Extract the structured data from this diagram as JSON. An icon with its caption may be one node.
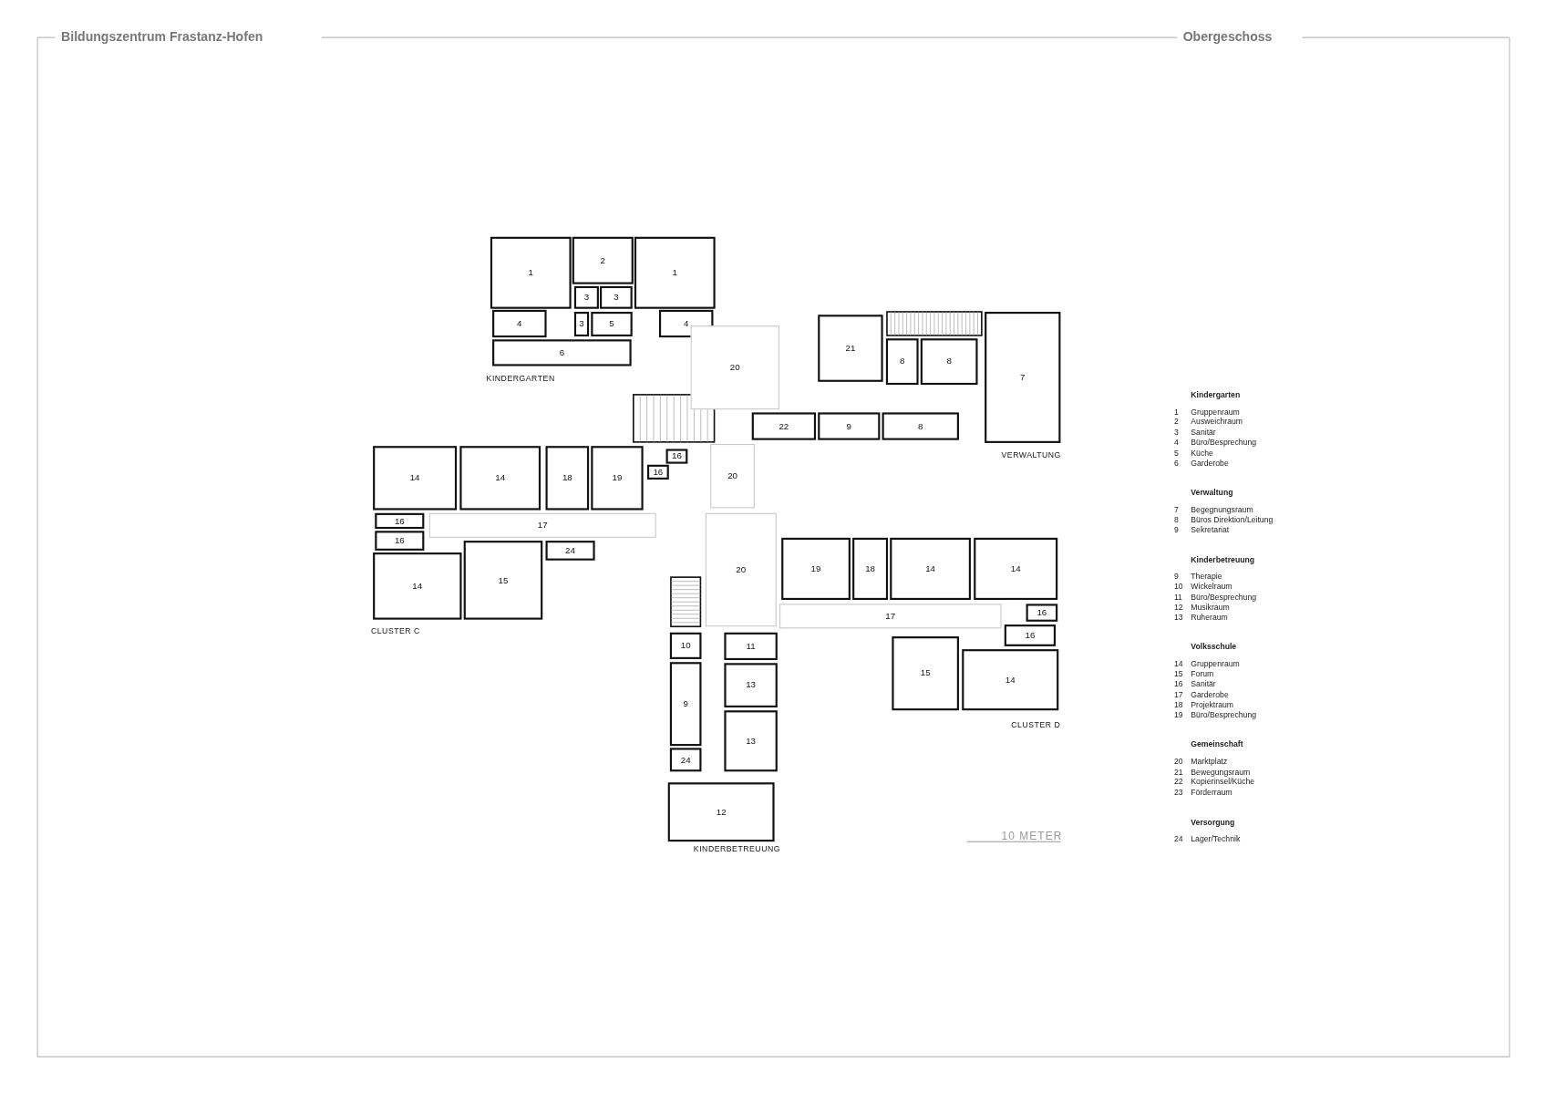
{
  "diagram": {
    "title": "Bildungszentrum Frastanz-Hofen",
    "nodes": [
      {
        "text": [
          "1"
        ]
      },
      {
        "text": [
          "2"
        ]
      },
      {
        "text": [
          "1"
        ]
      },
      {
        "text": [
          "3"
        ]
      },
      {
        "text": [
          "3"
        ]
      },
      {
        "text": [
          "4"
        ]
      },
      {
        "text": [
          "3"
        ]
      },
      {
        "text": [
          "5"
        ]
      },
      {
        "text": [
          "4"
        ]
      },
      {
        "text": [
          "6"
        ]
      },
      {
        "text": [
          "21"
        ]
      },
      {
        "text": [
          "8"
        ]
      },
      {
        "text": [
          "8"
        ]
      },
      {
        "text": [
          "20"
        ]
      },
      {
        "text": [
          "7"
        ]
      },
      {
        "text": [
          "22"
        ]
      },
      {
        "text": [
          "9"
        ]
      },
      {
        "text": [
          "8"
        ]
      },
      {
        "text": [
          "14"
        ]
      },
      {
        "text": [
          "14"
        ]
      },
      {
        "text": [
          "18"
        ]
      },
      {
        "text": [
          "19"
        ]
      },
      {
        "text": [
          "16"
        ]
      },
      {
        "text": [
          "16"
        ]
      },
      {
        "text": [
          "20"
        ]
      },
      {
        "text": [
          "16"
        ]
      },
      {
        "text": [
          "17"
        ]
      },
      {
        "text": [
          "16"
        ]
      },
      {
        "text": [
          "24"
        ]
      },
      {
        "text": [
          "14"
        ]
      },
      {
        "text": [
          "15"
        ]
      },
      {
        "text": [
          "20"
        ]
      },
      {
        "text": [
          "19"
        ]
      },
      {
        "text": [
          "18"
        ]
      },
      {
        "text": [
          "14"
        ]
      },
      {
        "text": [
          "14"
        ]
      },
      {
        "text": [
          "17"
        ]
      },
      {
        "text": [
          "16"
        ]
      },
      {
        "text": [
          "16"
        ]
      },
      {
        "text": [
          "10"
        ]
      },
      {
        "text": [
          "11"
        ]
      },
      {
        "text": [
          "13"
        ]
      },
      {
        "text": [
          "15"
        ]
      },
      {
        "text": [
          "14"
        ]
      },
      {
        "text": [
          "9"
        ]
      },
      {
        "text": [
          "13"
        ]
      },
      {
        "text": [
          "24"
        ]
      },
      {
        "text": [
          "12"
        ]
      }
    ],
    "labels": [
      "Obergeschoss",
      "KINDERGARTEN",
      "VERWALTUNG",
      "CLUSTER C",
      "CLUSTER D",
      "10 METER",
      "KINDERBETREUUNG",
      "Kindergarten",
      "1",
      "Gruppenraum",
      "2",
      "Ausweichraum",
      "3",
      "Sanitär",
      "4",
      "Büro/Besprechung",
      "5",
      "Küche",
      "6",
      "Garderobe",
      "Verwaltung",
      "7",
      "Begegnungsraum",
      "8",
      "Büros Direktion/Leitung",
      "9",
      "Sekretariat",
      "Kinderbetreuung",
      "9",
      "Therapie",
      "10",
      "Wickelraum",
      "11",
      "Büro/Besprechung",
      "12",
      "Musikraum",
      "13",
      "Ruheraum",
      "Volksschule",
      "14",
      "Gruppenraum",
      "15",
      "Forum",
      "16",
      "Sanitär",
      "17",
      "Garderobe",
      "18",
      "Projektraum",
      "19",
      "Büro/Besprechung",
      "Gemeinschaft",
      "20",
      "Marktplatz",
      "21",
      "Bewegungsraum",
      "22",
      "Kopierinsel/Küche",
      "23",
      "Förderraum",
      "Versorgung",
      "24",
      "Lager/Technik"
    ]
  }
}
